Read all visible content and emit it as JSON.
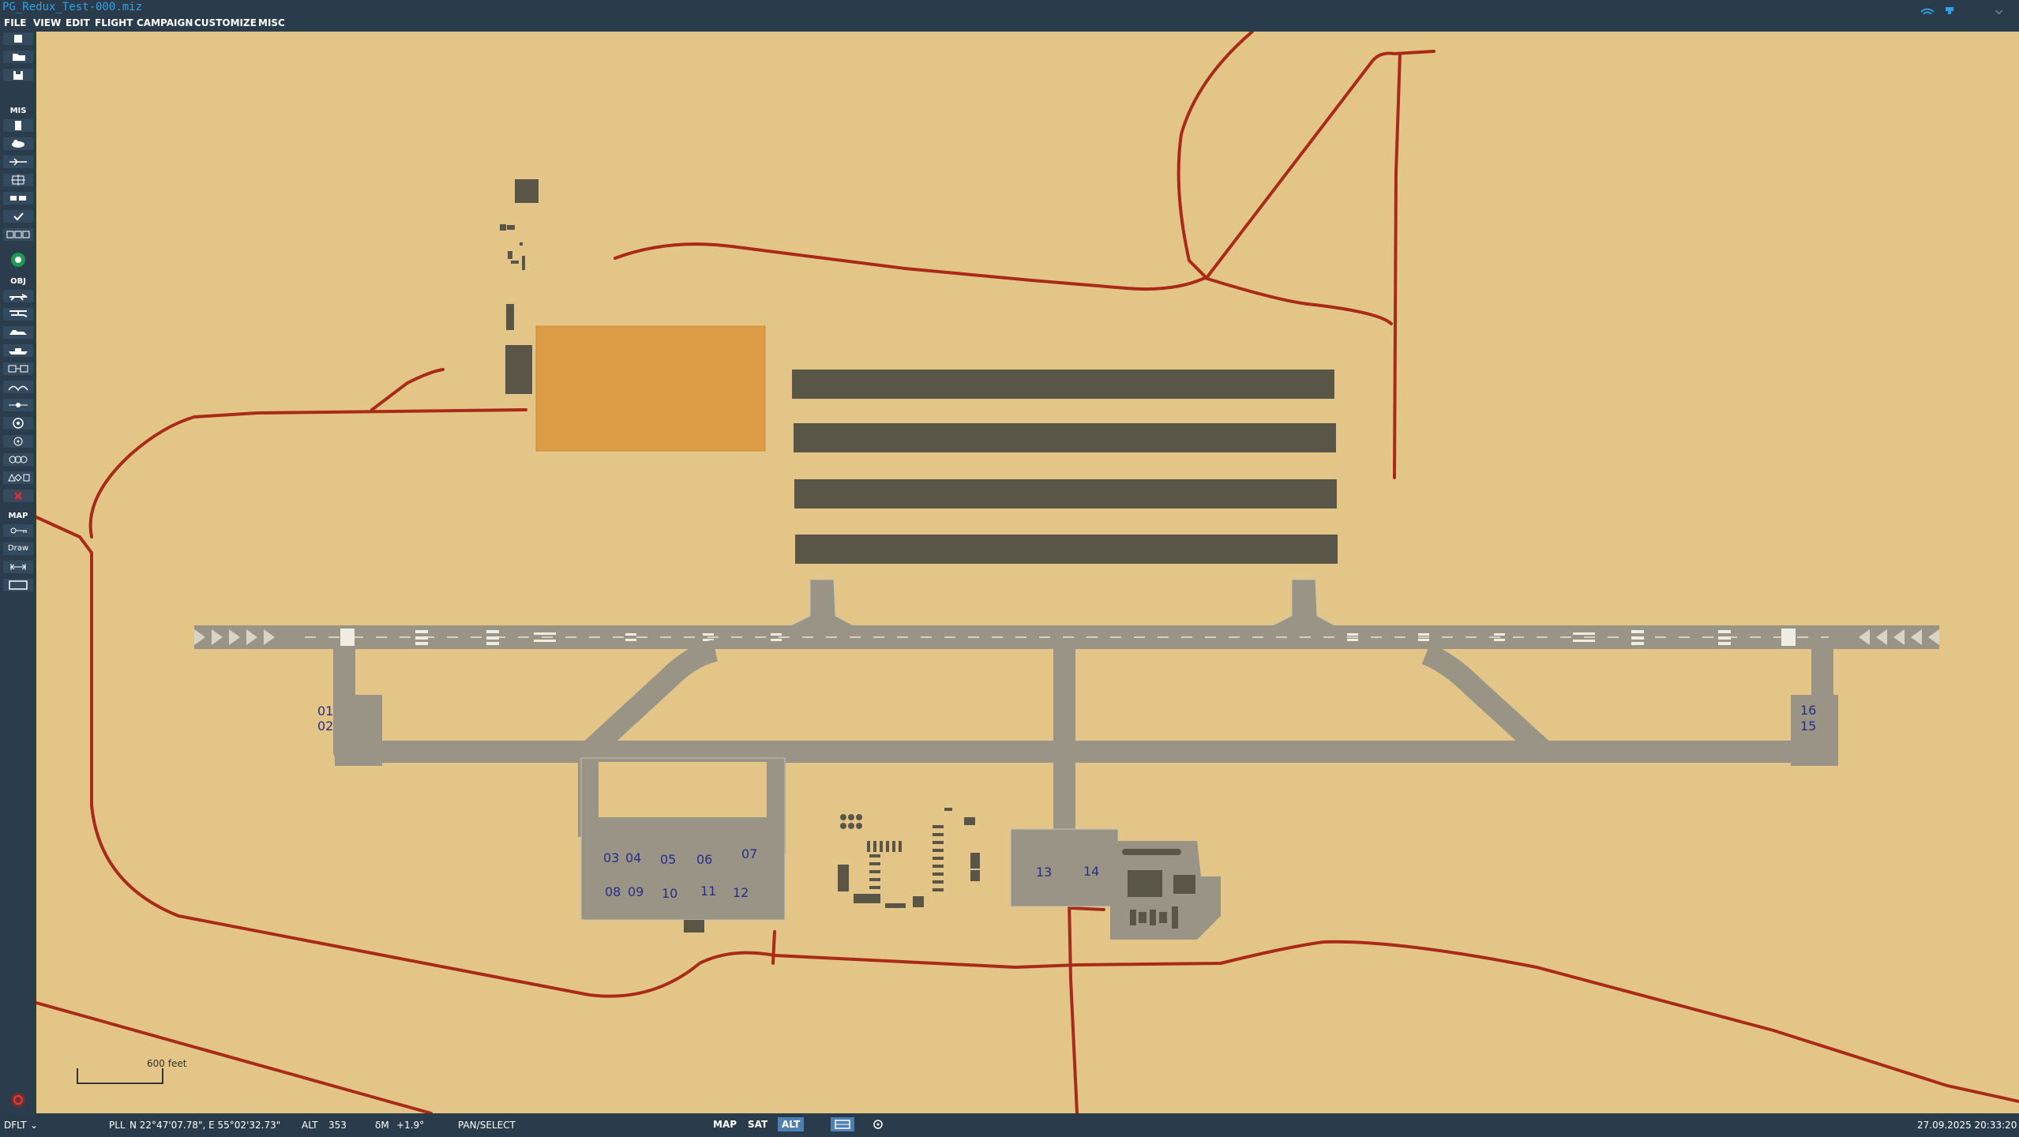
{
  "window": {
    "title": "PG_Redux_Test-000.miz"
  },
  "menu": {
    "items": [
      "FILE",
      "VIEW",
      "EDIT",
      "FLIGHT",
      "CAMPAIGN",
      "CUSTOMIZE",
      "MISC"
    ]
  },
  "sidebar": {
    "mis_label": "MIS",
    "obj_label": "OBJ",
    "map_label": "MAP",
    "draw_label": "Draw"
  },
  "map": {
    "scale_label": "600 feet",
    "parking_numbers": [
      "01",
      "02",
      "03",
      "04",
      "05",
      "06",
      "07",
      "08",
      "09",
      "10",
      "11",
      "12",
      "13",
      "14",
      "15",
      "16"
    ]
  },
  "status": {
    "profile": "DFLT",
    "coord_type": "PLL",
    "coordinates": "N 22°47'07.78\", E 55°02'32.73\"",
    "alt_label": "ALT",
    "alt_value": "353",
    "mag_label": "δM",
    "mag_value": "+1.9°",
    "mode": "PAN/SELECT",
    "view_modes": [
      "MAP",
      "SAT",
      "ALT"
    ],
    "active_view": "ALT",
    "datetime": "27.09.2025 20:33:20"
  },
  "colors": {
    "accent": "#2fa3e6",
    "road": "#a82a17",
    "ground": "#e3c687",
    "tarmac": "#9a9486",
    "building": "#595648",
    "zone": "#dc9d46"
  }
}
